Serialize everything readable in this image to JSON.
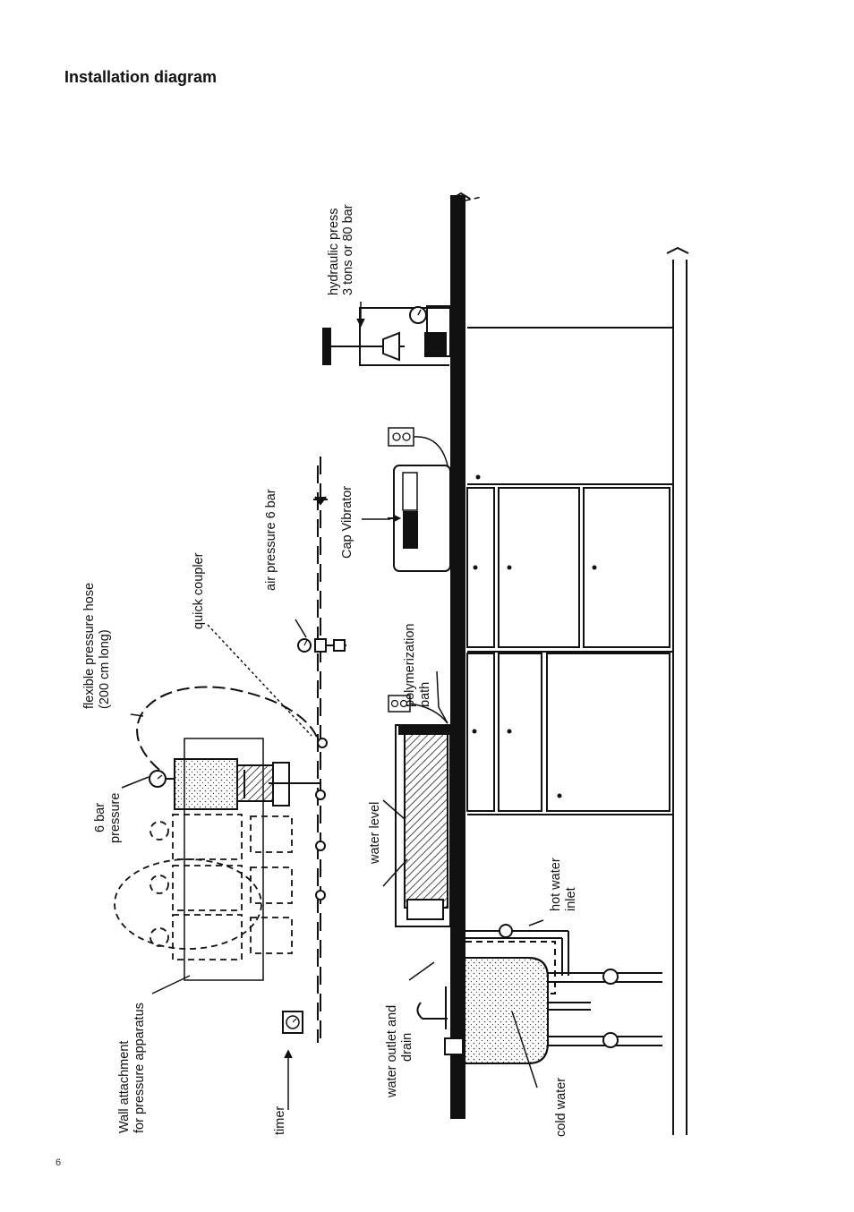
{
  "title": "Installation diagram",
  "page_number": "6",
  "labels": {
    "hydraulic_press_1": "hydraulic press",
    "hydraulic_press_2": "3 tons or 80 bar",
    "cap_vibrator": "Cap Vibrator",
    "air_pressure": "air pressure 6 bar",
    "quick_coupler": "quick coupler",
    "hose_1": "flexible pressure hose",
    "hose_2": "(200 cm long)",
    "polymerization_1": "polymerization",
    "polymerization_2": "bath",
    "six_bar_1": "6 bar",
    "six_bar_2": "pressure",
    "water_level": "water level",
    "hot_water_1": "hot water",
    "hot_water_2": "inlet",
    "wall_attachment_1": "Wall attachment",
    "wall_attachment_2": "for pressure apparatus",
    "timer": "timer",
    "water_outlet_1": "water outlet and",
    "water_outlet_2": "drain",
    "cold_water": "cold water"
  }
}
